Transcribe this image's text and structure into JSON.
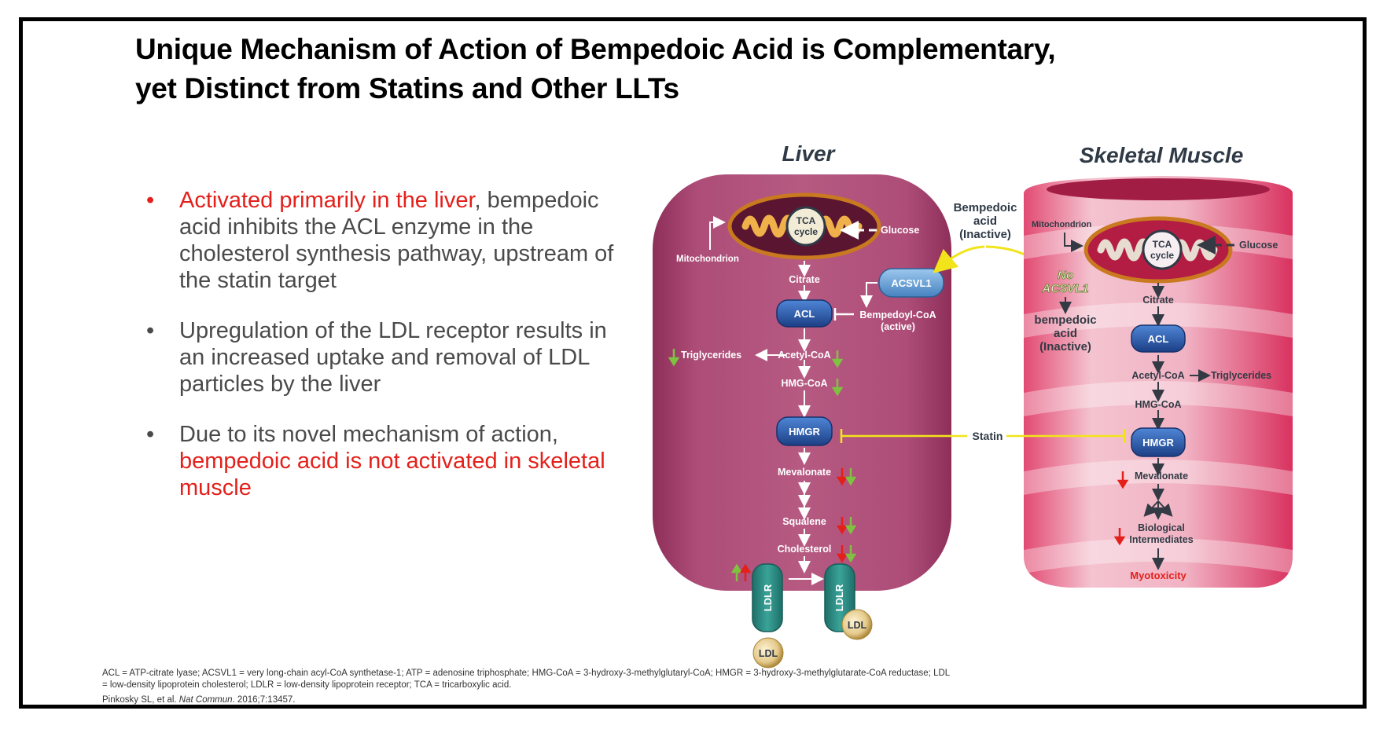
{
  "slide": {
    "title_line1": "Unique Mechanism of Action of Bempedoic Acid is Complementary,",
    "title_line2": "yet Distinct from Statins and Other LLTs"
  },
  "bullets": [
    {
      "red_text": "Activated primarily in the liver",
      "text": ", bempedoic acid inhibits the ACL enzyme in the cholesterol synthesis pathway, upstream of the statin target"
    },
    {
      "text": "Upregulation of the LDL receptor results in an increased uptake and removal of LDL particles by the liver"
    },
    {
      "text": "Due to its novel mechanism of action, ",
      "red_text": "bempedoic acid is not activated in skeletal muscle"
    }
  ],
  "diagram": {
    "liver": {
      "heading": "Liver",
      "mitochondrion": "Mitochondrion",
      "tca_line1": "TCA",
      "tca_line2": "cycle",
      "glucose": "Glucose",
      "citrate": "Citrate",
      "acl": "ACL",
      "acsvl1": "ACSVL1",
      "bempedoyl_coa": "Bempedoyl-CoA",
      "active": "(active)",
      "triglycerides": "Triglycerides",
      "acetyl_coa": "Acetyl-CoA",
      "hmg_coa": "HMG-CoA",
      "hmgr": "HMGR",
      "mevalonate": "Mevalonate",
      "squalene": "Squalene",
      "cholesterol": "Cholesterol",
      "ldlr": "LDLR",
      "ldl": "LDL"
    },
    "center": {
      "bempedoic_line1": "Bempedoic",
      "bempedoic_line2": "acid",
      "bempedoic_line3": "(Inactive)",
      "statin": "Statin"
    },
    "muscle": {
      "heading": "Skeletal Muscle",
      "mitochondrion": "Mitochondrion",
      "tca_line1": "TCA",
      "tca_line2": "cycle",
      "glucose": "Glucose",
      "no": "No",
      "acsvl1": "ACSVL1",
      "bempedoic_line1": "bempedoic",
      "bempedoic_line2": "acid",
      "bempedoic_line3": "(Inactive)",
      "citrate": "Citrate",
      "acl": "ACL",
      "acetyl_coa": "Acetyl-CoA",
      "triglycerides": "Triglycerides",
      "hmg_coa": "HMG-CoA",
      "hmgr": "HMGR",
      "mevalonate": "Mevalonate",
      "biological": "Biological",
      "intermediates": "Intermediates",
      "myotoxicity": "Myotoxicity"
    },
    "colors": {
      "liver_fill": "#a8436e",
      "muscle_fill": "#e8708f",
      "enzyme_blue": "#2a5aa8",
      "ldlr_teal": "#2a8a82",
      "statin_line": "#f2e41b",
      "bempedoic_arrow": "#f2e41b",
      "down_green": "#7fc241",
      "down_red": "#e3201b"
    }
  },
  "footnote": {
    "abbreviations": "ACL = ATP-citrate lyase; ACSVL1 = very long-chain acyl-CoA synthetase-1; ATP = adenosine triphosphate; HMG-CoA = 3-hydroxy-3-methylglutaryl-CoA; HMGR = 3-hydroxy-3-methylglutarate-CoA reductase; LDL = low-density lipoprotein cholesterol; LDLR = low-density lipoprotein receptor; TCA = tricarboxylic acid.",
    "citation_authors": "Pinkosky SL, et al. ",
    "citation_journal": "Nat Commun",
    "citation_rest": ". 2016;7:13457."
  }
}
